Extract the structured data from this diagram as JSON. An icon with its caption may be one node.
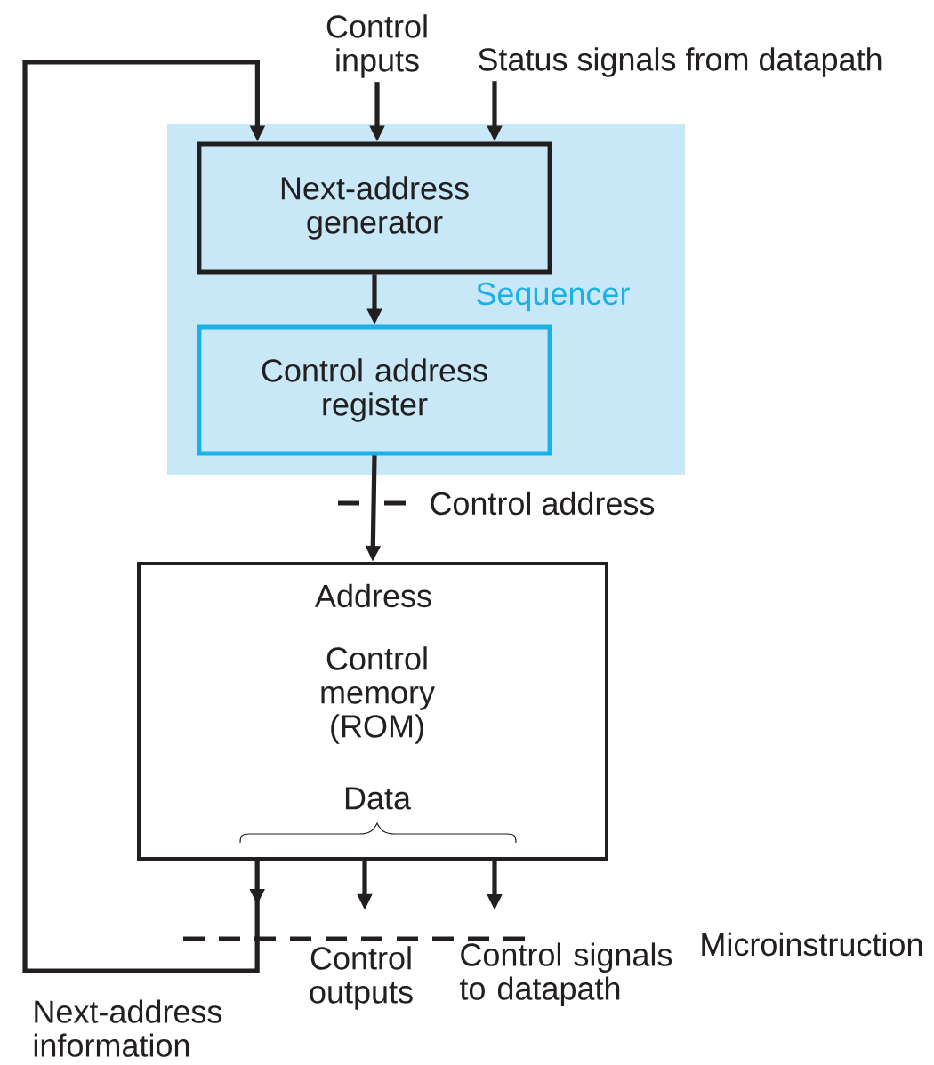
{
  "diagram": {
    "nodes": [
      {
        "text": [
          "Sequencer"
        ]
      },
      {
        "text": [
          "Next-address generator"
        ],
        "in": 0
      },
      {
        "text": [
          "Control address register"
        ],
        "in": 0
      },
      {
        "text": [
          "Address",
          "Control memory (ROM)",
          "Data"
        ]
      },
      {
        "text": [
          "Control inputs"
        ]
      },
      {
        "text": [
          "Status signals from datapath"
        ]
      },
      {
        "text": [
          "Control outputs"
        ]
      },
      {
        "text": [
          "Control signals to datapath"
        ]
      }
    ],
    "edges": [
      {
        "from": 4,
        "to": 1,
        "arrow": "to"
      },
      {
        "from": 5,
        "to": 1,
        "arrow": "to"
      },
      {
        "from": 1,
        "to": 2,
        "arrow": "to"
      },
      {
        "from": 2,
        "to": 3,
        "arrow": "to"
      },
      {
        "from": 3,
        "to": 6,
        "arrow": "to"
      },
      {
        "from": 3,
        "to": 7,
        "arrow": "to"
      },
      {
        "from": 3,
        "to": 1,
        "arrow": "to"
      }
    ],
    "labels": [
      "Control address",
      "Microinstruction",
      "Next-address information"
    ]
  }
}
